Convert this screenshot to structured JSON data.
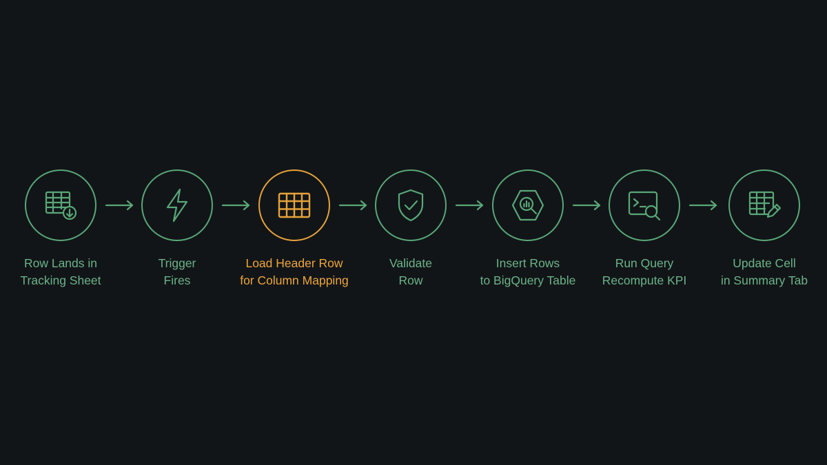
{
  "colors": {
    "background": "#111518",
    "accent_green": "#5aa878",
    "accent_orange": "#e8a33a"
  },
  "steps": [
    {
      "icon": "spreadsheet-download-icon",
      "line1": "Row Lands in",
      "line2": "Tracking Sheet",
      "active": false
    },
    {
      "icon": "lightning-bolt-icon",
      "line1": "Trigger",
      "line2": "Fires",
      "active": false
    },
    {
      "icon": "table-grid-icon",
      "line1": "Load Header Row",
      "line2": "for Column Mapping",
      "active": true
    },
    {
      "icon": "shield-check-icon",
      "line1": "Validate",
      "line2": "Row",
      "active": false
    },
    {
      "icon": "bigquery-icon",
      "line1": "Insert Rows",
      "line2": "to BigQuery Table",
      "active": false
    },
    {
      "icon": "terminal-search-icon",
      "line1": "Run Query",
      "line2": "Recompute KPI",
      "active": false
    },
    {
      "icon": "spreadsheet-edit-icon",
      "line1": "Update Cell",
      "line2": "in Summary Tab",
      "active": false
    }
  ]
}
